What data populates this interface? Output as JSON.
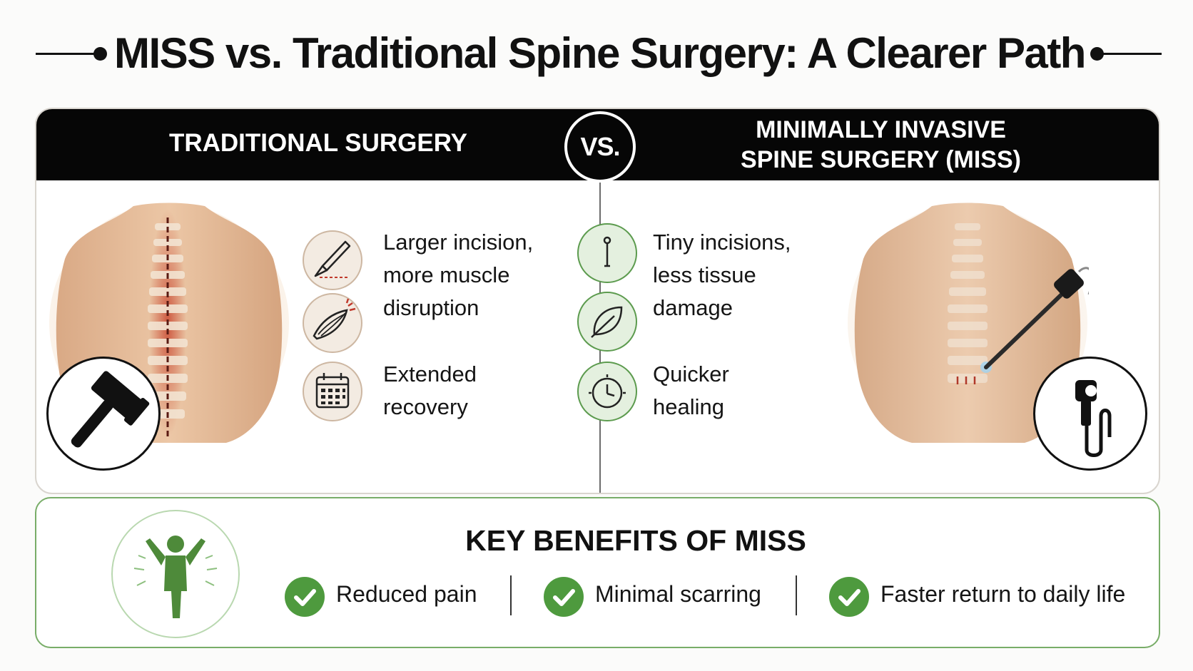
{
  "title": "MISS vs. Traditional Spine Surgery: A Clearer Path",
  "comparison": {
    "left_header": "TRADITIONAL SURGERY",
    "right_header_line1": "MINIMALLY INVASIVE",
    "right_header_line2": "SPINE SURGERY (MISS)",
    "vs_label": "VS.",
    "traditional": [
      {
        "icon": "scalpel-icon",
        "line1": "Larger incision,",
        "line2": "more muscle",
        "line3": "disruption"
      },
      {
        "icon": "muscle-tear-icon"
      },
      {
        "icon": "calendar-icon",
        "line1": "Extended",
        "line2": "recovery"
      }
    ],
    "miss": [
      {
        "icon": "tiny-incision-icon",
        "line1": "Tiny incisions,",
        "line2": "less tissue",
        "line3": "damage"
      },
      {
        "icon": "leaf-icon"
      },
      {
        "icon": "clock-icon",
        "line1": "Quicker",
        "line2": "healing"
      }
    ],
    "tools": {
      "left": "mallet-icon",
      "right": "endoscope-icon"
    }
  },
  "benefits": {
    "title": "KEY BENEFITS OF MISS",
    "items": [
      "Reduced pain",
      "Minimal scarring",
      "Faster return to daily life"
    ],
    "icon": "person-celebrating-icon"
  },
  "colors": {
    "header_bg": "#060606",
    "traditional_accent": "#c0392b",
    "miss_green": "#4e9a3e",
    "skin": "#e8c7a6"
  }
}
